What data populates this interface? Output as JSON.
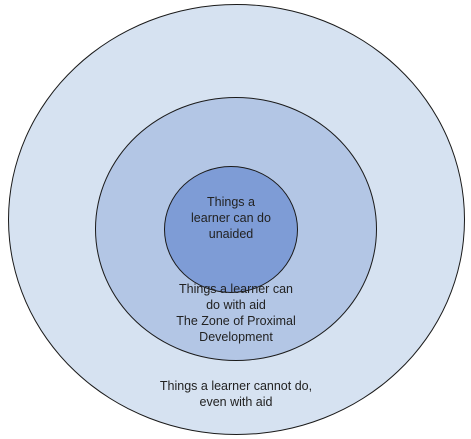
{
  "diagram": {
    "rings": [
      {
        "id": "outer",
        "label": "Things a learner cannot do,\neven with aid",
        "color": "#d6e2f1"
      },
      {
        "id": "middle",
        "label": "Things a learner can\ndo with aid\nThe Zone of Proximal\nDevelopment",
        "color": "#b3c6e5"
      },
      {
        "id": "inner",
        "label": "Things a\nlearner can do\nunaided",
        "color": "#7e9cd6"
      }
    ],
    "outline_color": "#1a1a1a"
  }
}
